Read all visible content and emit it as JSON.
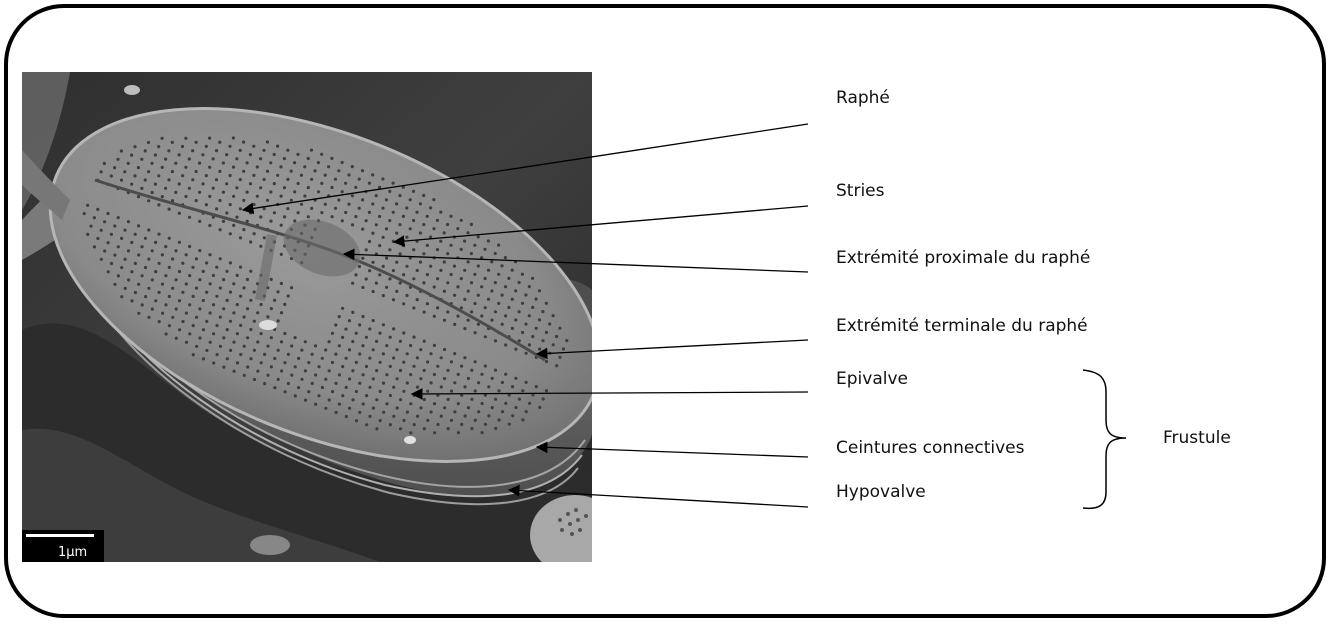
{
  "figure": {
    "scale_bar": "1µm",
    "labels": {
      "raphe": "Raphé",
      "stries": "Stries",
      "extremite_proximale": "Extrémité proximale du raphé",
      "extremite_terminale": "Extrémité terminale du raphé",
      "epivalve": "Epivalve",
      "ceintures": "Ceintures connectives",
      "hypovalve": "Hypovalve",
      "frustule": "Frustule"
    }
  },
  "colors": {
    "frame": "#000000",
    "sem_background": "#3a3a3a",
    "valve_surface": "#8f8f8f"
  }
}
